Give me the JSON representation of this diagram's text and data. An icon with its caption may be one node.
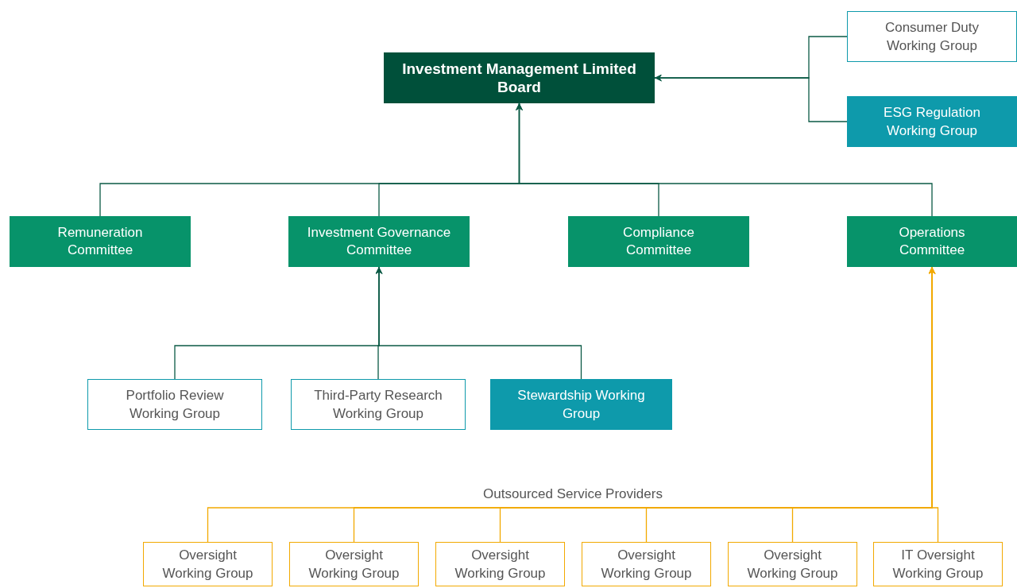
{
  "diagram": {
    "nodes": [
      {
        "text": [
          "Investment Management Limited Board"
        ]
      },
      {
        "text": [
          "Consumer Duty Working Group"
        ]
      },
      {
        "text": [
          "ESG Regulation Working Group"
        ]
      },
      {
        "text": [
          "Remuneration Committee"
        ]
      },
      {
        "text": [
          "Investment Governance Committee"
        ]
      },
      {
        "text": [
          "Compliance Committee"
        ]
      },
      {
        "text": [
          "Operations Committee"
        ]
      },
      {
        "text": [
          "Portfolio Review Working Group"
        ]
      },
      {
        "text": [
          "Third-Party Research Working Group"
        ]
      },
      {
        "text": [
          "Stewardship Working Group"
        ]
      },
      {
        "text": [
          "Oversight Working Group"
        ]
      },
      {
        "text": [
          "Oversight Working Group"
        ]
      },
      {
        "text": [
          "Oversight Working Group"
        ]
      },
      {
        "text": [
          "Oversight Working Group"
        ]
      },
      {
        "text": [
          "Oversight Working Group"
        ]
      },
      {
        "text": [
          "IT Oversight Working Group"
        ]
      }
    ],
    "edges": [
      {
        "from": 1,
        "to": 0,
        "arrow": "to"
      },
      {
        "from": 2,
        "to": 0,
        "arrow": "to"
      },
      {
        "from": 3,
        "to": 0,
        "arrow": "to"
      },
      {
        "from": 4,
        "to": 0,
        "arrow": "to"
      },
      {
        "from": 5,
        "to": 0,
        "arrow": "to"
      },
      {
        "from": 6,
        "to": 0,
        "arrow": "to"
      },
      {
        "from": 7,
        "to": 4,
        "arrow": "to"
      },
      {
        "from": 8,
        "to": 4,
        "arrow": "to"
      },
      {
        "from": 9,
        "to": 4,
        "arrow": "to"
      },
      {
        "from": 10,
        "to": 6,
        "arrow": "to",
        "color": "#f2a900"
      },
      {
        "from": 11,
        "to": 6,
        "arrow": "to",
        "color": "#f2a900"
      },
      {
        "from": 12,
        "to": 6,
        "arrow": "to",
        "color": "#f2a900"
      },
      {
        "from": 13,
        "to": 6,
        "arrow": "to",
        "color": "#f2a900"
      },
      {
        "from": 14,
        "to": 6,
        "arrow": "to",
        "color": "#f2a900"
      },
      {
        "from": 15,
        "to": 6,
        "arrow": "to",
        "color": "#f2a900"
      }
    ],
    "labels": [
      "Outsourced Service Providers"
    ]
  }
}
